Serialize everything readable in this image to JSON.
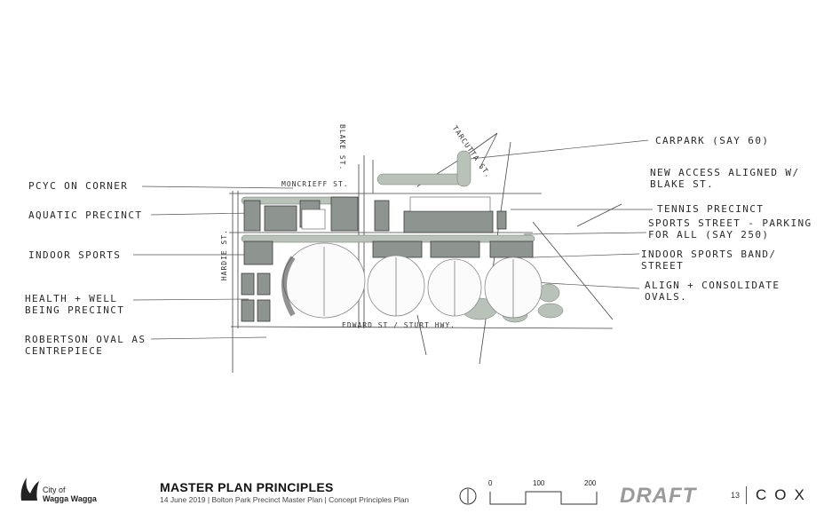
{
  "labels_left": [
    "PCYC ON CORNER",
    "AQUATIC PRECINCT",
    "INDOOR SPORTS",
    "HEALTH + WELL BEING PRECINCT",
    "ROBERTSON OVAL AS CENTREPIECE"
  ],
  "labels_right": [
    "CARPARK (SAY 60)",
    "NEW ACCESS ALIGNED W/ BLAKE ST.",
    "TENNIS PRECINCT",
    "SPORTS STREET - PARKING FOR ALL (SAY 250)",
    "INDOOR SPORTS BAND/ STREET",
    "ALIGN + CONSOLIDATE OVALS."
  ],
  "streets": {
    "moncrieff": "MONCRIEFF ST.",
    "blake": "BLAKE ST.",
    "tarcutta": "TARCUTTA ST.",
    "hardie": "HARDIE ST.",
    "edward_sturt": "EDWARD ST / STURT HWY."
  },
  "footer": {
    "logo_line1": "City of",
    "logo_line2": "Wagga Wagga",
    "title": "MASTER PLAN PRINCIPLES",
    "subtitle": "14 June 2019 | Bolton Park Precinct Master Plan | Concept Principles Plan",
    "scale_ticks": [
      "0",
      "100",
      "200"
    ],
    "draft": "DRAFT",
    "page_number": "13",
    "brand": "COX"
  },
  "colors": {
    "building": "#8e9590",
    "vegetation": "#b8c2b8",
    "ink": "#2a2a2a",
    "draft": "#9a9a9a"
  }
}
